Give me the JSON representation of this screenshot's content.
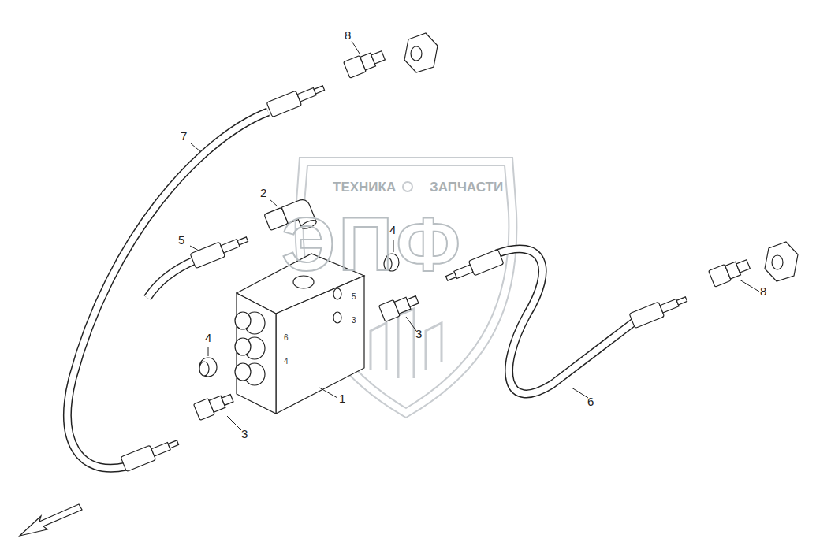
{
  "diagram": {
    "labels": [
      "8",
      "ТЕХНИКА",
      "ЗАПЧАСТИ",
      "7",
      "2",
      "ЭПФ",
      "5",
      "4",
      "8",
      "5",
      "3",
      "4",
      "6",
      "4",
      "3",
      "1",
      "3",
      "6"
    ]
  }
}
